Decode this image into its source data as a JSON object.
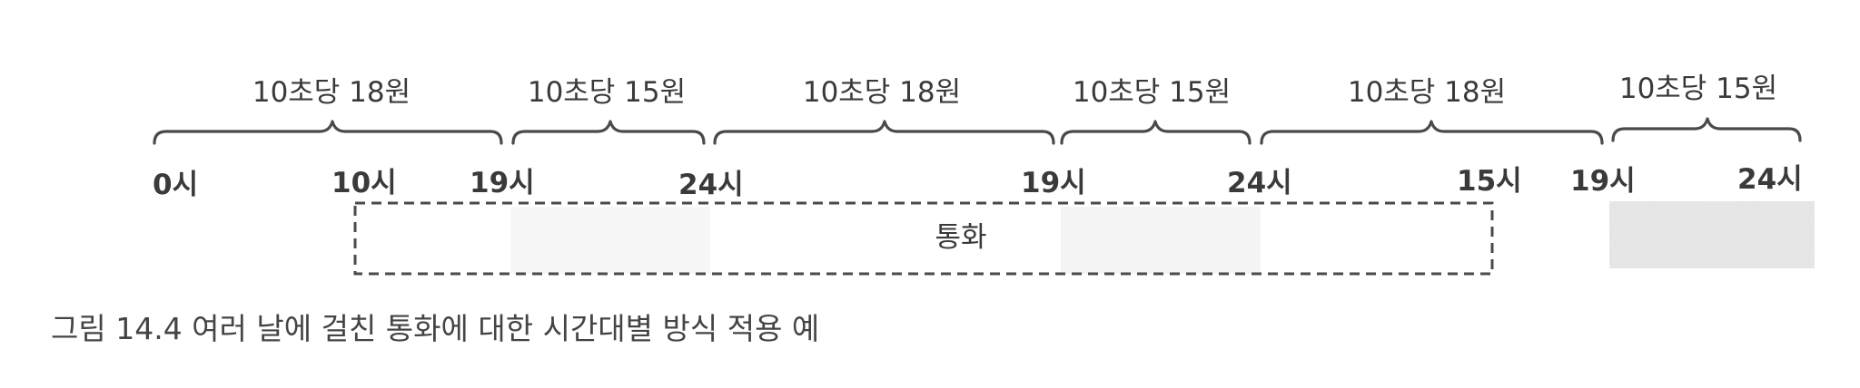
{
  "diagram": {
    "rate_segments": [
      {
        "label": "10초당 18원"
      },
      {
        "label": "10초당 15원"
      },
      {
        "label": "10초당 18원"
      },
      {
        "label": "10초당 15원"
      },
      {
        "label": "10초당 18원"
      },
      {
        "label": "10초당 15원"
      }
    ],
    "time_labels": [
      {
        "label": "0시"
      },
      {
        "label": "10시"
      },
      {
        "label": "19시"
      },
      {
        "label": "24시"
      },
      {
        "label": "19시"
      },
      {
        "label": "24시"
      },
      {
        "label": "15시"
      },
      {
        "label": "19시"
      },
      {
        "label": "24시"
      }
    ],
    "call": {
      "label": "통화"
    }
  },
  "caption": "그림 14.4 여러 날에 걸친 통화에 대한 시간대별 방식 적용 예"
}
